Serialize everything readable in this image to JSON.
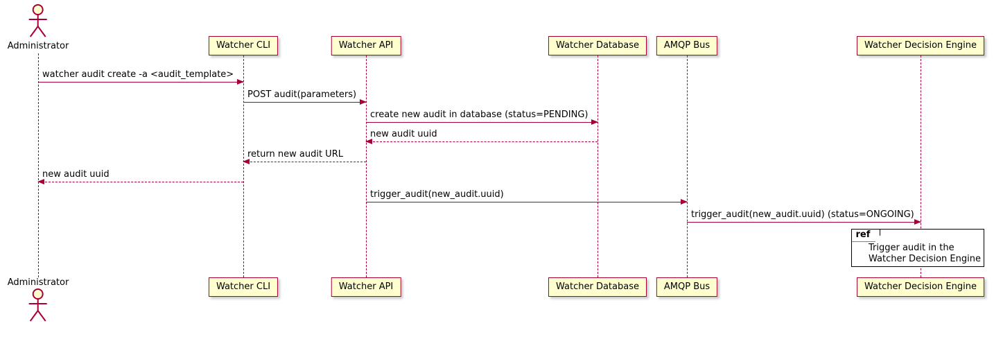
{
  "diagram": {
    "type": "sequence-diagram",
    "colors": {
      "participant_fill": "#FEFECE",
      "participant_border": "#A80036",
      "arrow_color": "#A80036",
      "lifeline_color": "#A80036",
      "frame_border": "#000000",
      "text_color": "#000000",
      "background": "#FFFFFF"
    },
    "actor": {
      "name": "Administrator"
    },
    "participants": [
      {
        "label": "Watcher CLI"
      },
      {
        "label": "Watcher API"
      },
      {
        "label": "Watcher Database"
      },
      {
        "label": "AMQP Bus"
      },
      {
        "label": "Watcher Decision Engine"
      }
    ],
    "messages": [
      {
        "from": "Administrator",
        "to": "Watcher CLI",
        "label": "watcher audit create -a <audit_template>",
        "style": "solid",
        "direction": "right"
      },
      {
        "from": "Watcher CLI",
        "to": "Watcher API",
        "label": "POST audit(parameters)",
        "style": "solid",
        "direction": "right"
      },
      {
        "from": "Watcher API",
        "to": "Watcher Database",
        "label": "create new audit in database (status=PENDING)",
        "style": "solid",
        "direction": "right"
      },
      {
        "from": "Watcher Database",
        "to": "Watcher API",
        "label": "new audit uuid",
        "style": "dashed",
        "direction": "left"
      },
      {
        "from": "Watcher API",
        "to": "Watcher CLI",
        "label": "return new audit URL",
        "style": "dashed",
        "direction": "left"
      },
      {
        "from": "Watcher CLI",
        "to": "Administrator",
        "label": "new audit uuid",
        "style": "dashed",
        "direction": "left"
      },
      {
        "from": "Watcher API",
        "to": "AMQP Bus",
        "label": "trigger_audit(new_audit.uuid)",
        "style": "solid",
        "direction": "right"
      },
      {
        "from": "AMQP Bus",
        "to": "Watcher Decision Engine",
        "label": "trigger_audit(new_audit.uuid) (status=ONGOING)",
        "style": "solid",
        "direction": "right"
      }
    ],
    "ref": {
      "keyword": "ref",
      "lines": [
        "Trigger audit in the",
        "Watcher Decision Engine"
      ]
    }
  }
}
